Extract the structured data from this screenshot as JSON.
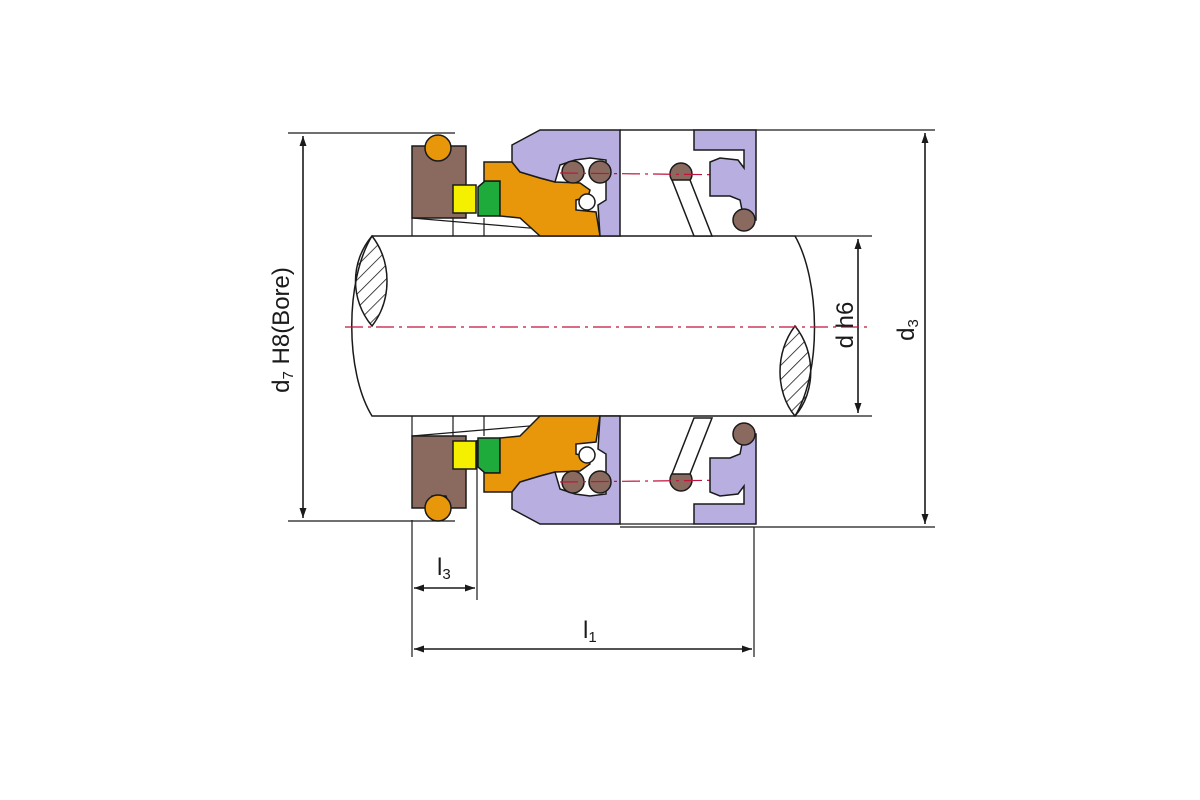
{
  "colors": {
    "rubber_bellows": "#8a6a5e",
    "o_ring": "#e8960a",
    "yellow_ring": "#f5f000",
    "green_ring": "#1faa3c",
    "seal_face": "#e8960a",
    "seat": "#b8aee0",
    "spring_ring": "#8a6a5e",
    "shaft_hatch": "#1a1a1a",
    "centerline": "#c0143c"
  },
  "labels": {
    "d7": "d",
    "d7_sub": "7",
    "d7_rest": " H8(Bore)",
    "dh6": "d h6",
    "d3": "d",
    "d3_sub": "3",
    "l3": "l",
    "l3_sub": "3",
    "l1": "l",
    "l1_sub": "1"
  }
}
